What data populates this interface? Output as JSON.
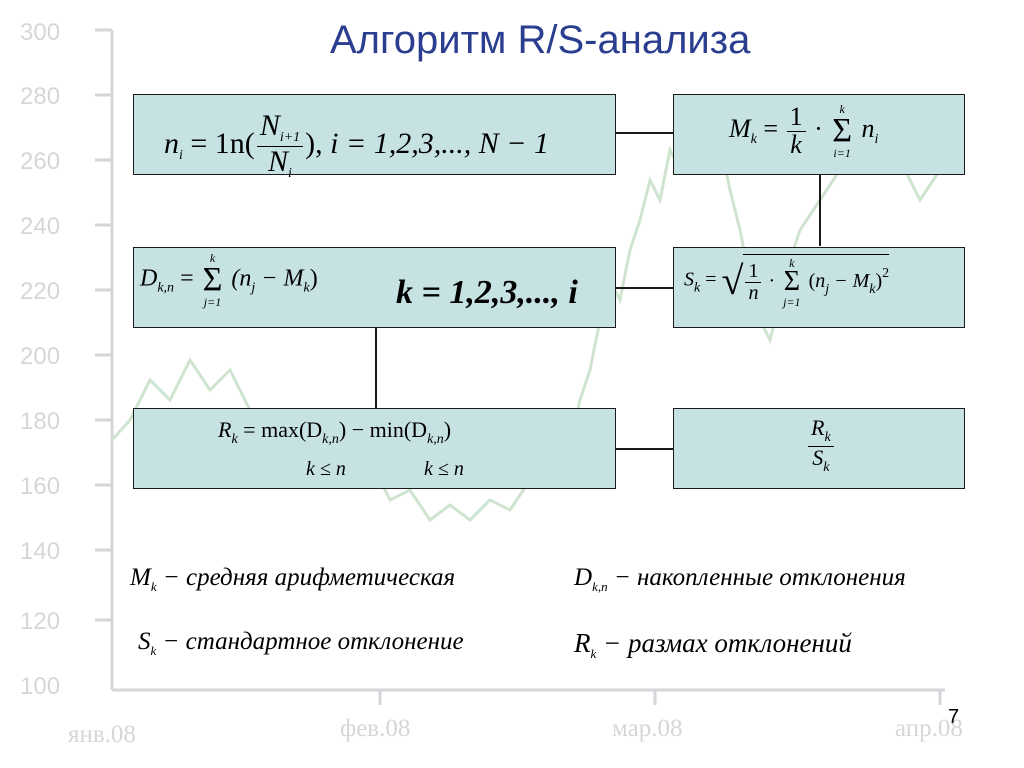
{
  "title": "Алгоритм R/S-анализа",
  "page_number": "7",
  "background_chart": {
    "y_ticks": [
      "300",
      "280",
      "260",
      "240",
      "220",
      "200",
      "180",
      "160",
      "140",
      "120",
      "100"
    ],
    "x_ticks": [
      "янв.08",
      "фев.08",
      "мар.08",
      "апр.08"
    ]
  },
  "formulas": {
    "ni": {
      "n": "n",
      "i": "i",
      "eq": "= 1n(",
      "N": "N",
      "i_plus_1": "i+1",
      "close": "),",
      "range": "i = 1,2,3,..., N − 1"
    },
    "mk": {
      "M": "M",
      "k": "k",
      "eq": "=",
      "one": "1",
      "dot": "·",
      "n": "n",
      "i": "i",
      "sum_top": "k",
      "sum_bottom": "i=1"
    },
    "dkn": {
      "D": "D",
      "kn": "k,n",
      "eq": "=",
      "sum_top": "k",
      "sum_bottom": "j=1",
      "body": "(n",
      "j": "j",
      "minus": " − M",
      "k": "k",
      "close": ")",
      "range": "k = 1,2,3,..., i"
    },
    "sk": {
      "S": "S",
      "k": "k",
      "eq": "=",
      "one": "1",
      "n": "n",
      "dot": "·",
      "sum_top": "k",
      "sum_bottom": "j=1",
      "body": "(n",
      "j": "j",
      "minus": " − M",
      "close": ")",
      "pow": "2"
    },
    "rk": {
      "R": "R",
      "k": "k",
      "eq": "= max(D",
      "kn": "k,n",
      "mid": ") − min(D",
      "close": ")",
      "cond1": "k ≤ n",
      "cond2": "k ≤ n"
    },
    "rs": {
      "R": "R",
      "S": "S",
      "k": "k"
    }
  },
  "legend": {
    "mk": {
      "sym": "M",
      "sub": "k",
      "text": " − средняя арифметическая"
    },
    "dkn": {
      "sym": "D",
      "sub": "k,n",
      "text": " − накопленные отклонения"
    },
    "sk": {
      "sym": "S",
      "sub": "k",
      "text": " − стандартное отклонение"
    },
    "rk": {
      "sym": "R",
      "sub": "k",
      "text": " − размах отклонений"
    }
  }
}
